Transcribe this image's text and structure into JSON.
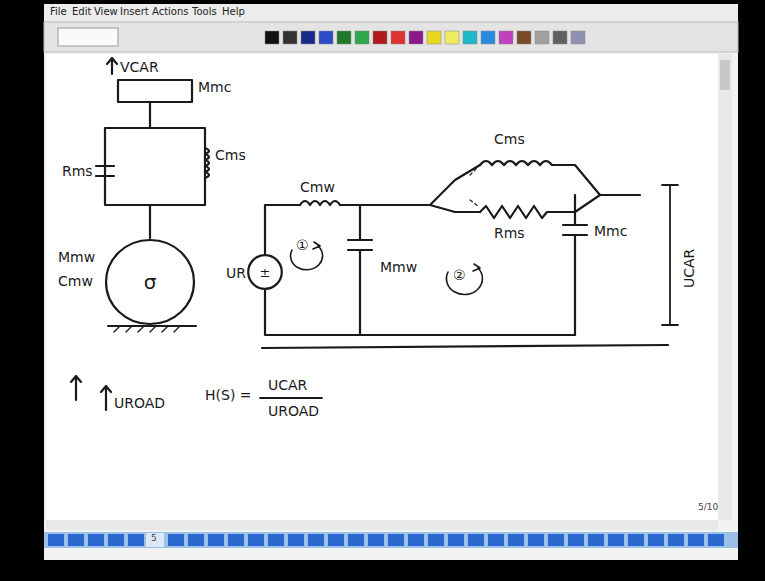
{
  "diagram": {
    "nodes": [
      {
        "text": [
          "σ"
        ]
      },
      {
        "text": [
          "±"
        ]
      }
    ],
    "labels": [
      "File",
      "Edit",
      "View",
      "Insert",
      "Actions",
      "Tools",
      "Help",
      "VCAR",
      "Mmc",
      "Cms",
      "Rms",
      "Mmw",
      "Cmw",
      "UROAD",
      "H(S) =",
      "UCAR",
      "UROAD",
      "Cmw",
      "UR",
      "①",
      "Mmw",
      "Cms",
      "Rms",
      "②",
      "Mmc",
      "UCAR",
      "5/10",
      "5"
    ]
  }
}
